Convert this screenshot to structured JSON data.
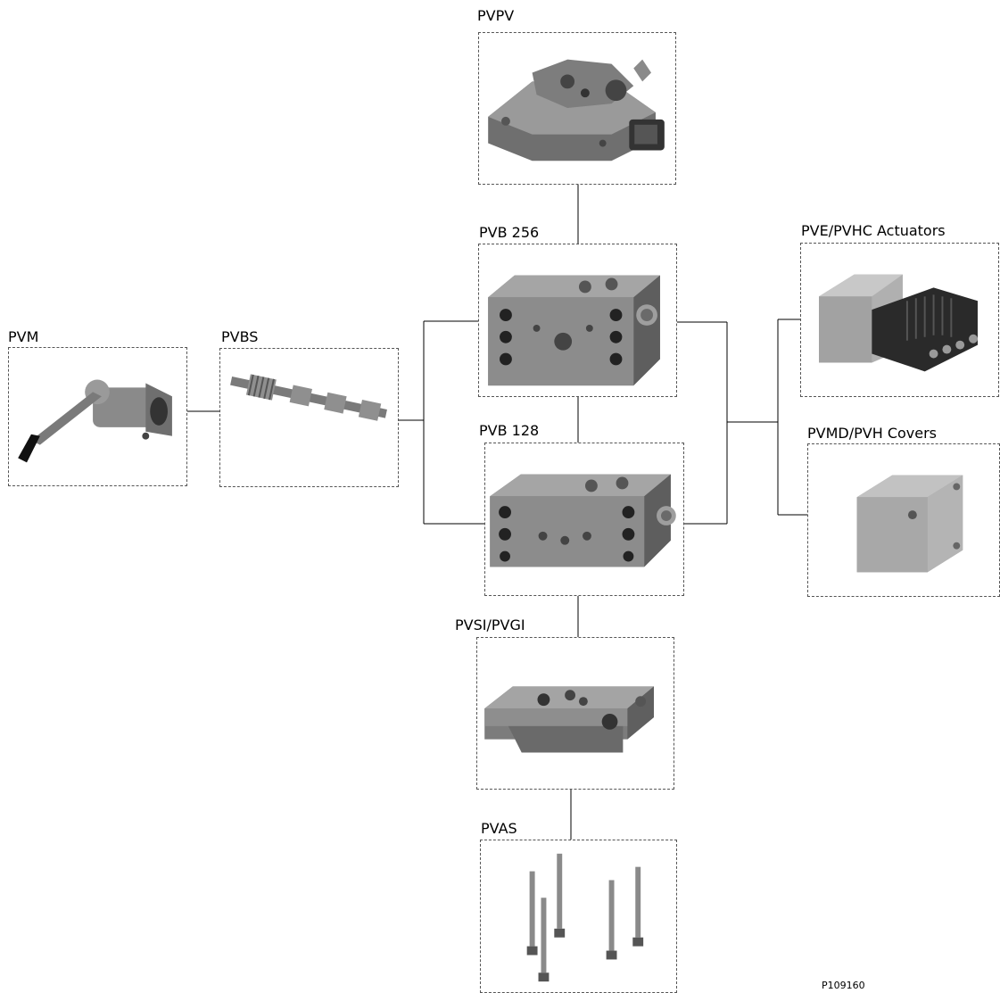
{
  "components": {
    "pvpv": {
      "label": "PVPV",
      "icon": "pump-side-module-icon"
    },
    "pvb256": {
      "label": "PVB 256",
      "icon": "valve-section-icon"
    },
    "pvb128": {
      "label": "PVB 128",
      "icon": "valve-section-icon"
    },
    "pvsi": {
      "label": "PVSI/PVGI",
      "icon": "end-plate-icon"
    },
    "pvas": {
      "label": "PVAS",
      "icon": "tie-bolt-set-icon"
    },
    "pvm": {
      "label": "PVM",
      "icon": "mechanical-lever-icon"
    },
    "pvbs": {
      "label": "PVBS",
      "icon": "main-spool-icon"
    },
    "pve": {
      "label": "PVE/PVHC Actuators",
      "icon": "electrical-actuator-icon"
    },
    "pvmd": {
      "label": "PVMD/PVH Covers",
      "icon": "cover-icon"
    }
  },
  "figure_ref": "P109160"
}
